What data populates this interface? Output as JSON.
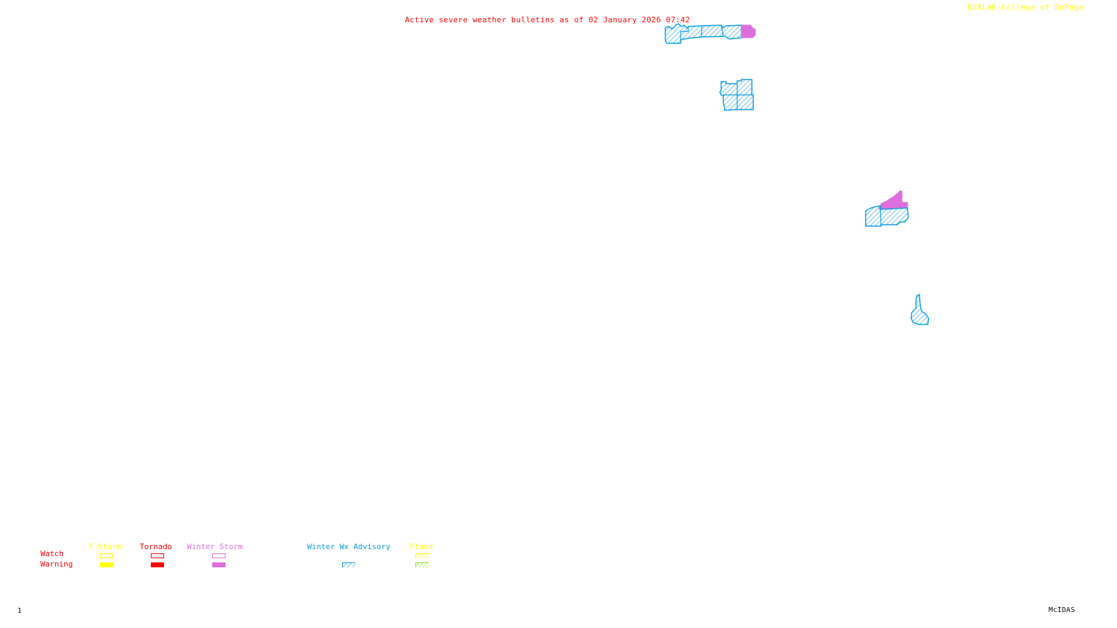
{
  "header": {
    "title": "Active severe weather bulletins as of 02 January 2026 07:42",
    "credit": "NEXLAB-College of DuPage"
  },
  "footer": {
    "frame_number": "1",
    "software": "McIDAS"
  },
  "colors": {
    "title": "#ff0000",
    "credit": "#ffff00",
    "tstorm": "#ffff00",
    "tornado": "#ff0000",
    "winter_storm": "#dd6edd",
    "winter_wx_advisory": "#0a9ee6",
    "flood_watch": "#ffff00",
    "flood_warning": "#88dd22"
  },
  "legend": {
    "row_labels": {
      "watch": "Watch",
      "warning": "Warning"
    },
    "categories": [
      {
        "key": "tstorm",
        "label": "T-Storm",
        "watch": "outline",
        "warning": "filled"
      },
      {
        "key": "tornado",
        "label": "Tornado",
        "watch": "outline",
        "warning": "filled"
      },
      {
        "key": "winter_storm",
        "label": "Winter Storm",
        "watch": "outline",
        "warning": "filled"
      },
      {
        "key": "winter_wx_advisory",
        "label": "Winter Wx Advisory",
        "watch": "none",
        "warning": "hatched"
      },
      {
        "key": "flood",
        "label": "Flood",
        "watch": "hatched",
        "warning": "hatched"
      }
    ]
  },
  "map_regions": [
    {
      "name": "northern-border-advisory-strip",
      "type": "Winter Wx Advisory"
    },
    {
      "name": "northern-border-winter-storm",
      "type": "Winter Storm Warning"
    },
    {
      "name": "plains-advisory-block",
      "type": "Winter Wx Advisory"
    },
    {
      "name": "east-advisory-counties",
      "type": "Winter Wx Advisory"
    },
    {
      "name": "east-winter-storm-counties",
      "type": "Winter Storm Warning"
    },
    {
      "name": "southeast-advisory-county",
      "type": "Winter Wx Advisory"
    }
  ]
}
